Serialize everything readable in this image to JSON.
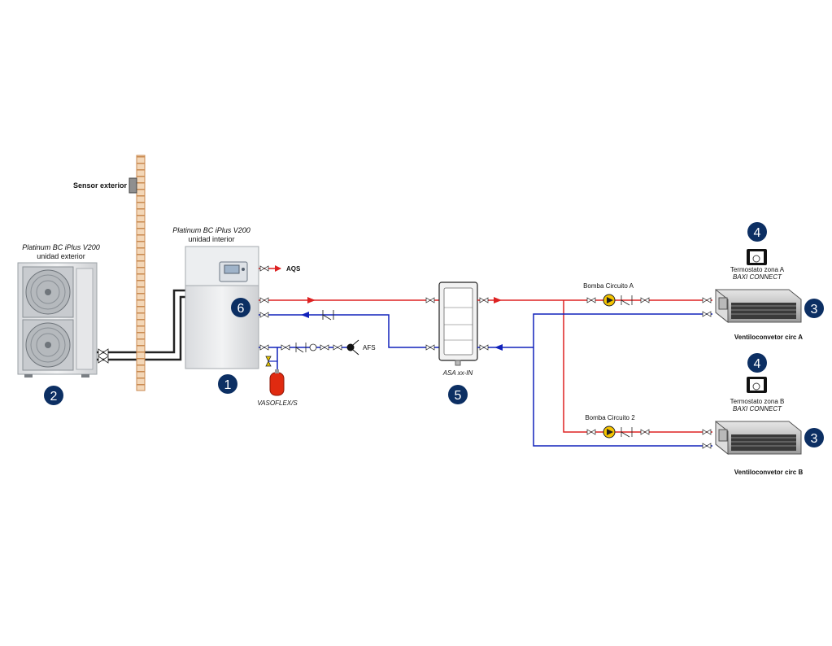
{
  "colors": {
    "supply": "#dd2222",
    "return": "#1122bb",
    "refrigerant": "#222222",
    "badge": "#0c2f63",
    "pump": "#f5c400",
    "wall": "#c98a50",
    "vessel": "#e02a10"
  },
  "labels": {
    "sensor_exterior": "Sensor exterior",
    "outdoor_unit_model": "Platinum BC iPlus V200",
    "outdoor_unit_sub": "unidad exterior",
    "indoor_unit_model": "Platinum BC iPlus V200",
    "indoor_unit_sub": "unidad interior",
    "aqs": "AQS",
    "afs": "AFS",
    "vasoflex": "VASOFLEX/S",
    "tank": "ASA xx-IN",
    "pump_a": "Bomba Circuito A",
    "pump_2": "Bomba Circuito 2",
    "thermostat_a_title": "Termostato zona A",
    "thermostat_a_brand": "BAXI CONNECT",
    "thermostat_b_title": "Termostato zona B",
    "thermostat_b_brand": "BAXI CONNECT",
    "fancoil_a": "Ventiloconvetor circ A",
    "fancoil_b": "Ventiloconvetor circ B"
  },
  "badges": {
    "indoor_unit": "1",
    "outdoor_unit": "2",
    "fancoil_a": "3",
    "fancoil_b": "3",
    "thermostat_a": "4",
    "thermostat_b": "4",
    "tank": "5",
    "controller": "6"
  },
  "icons": {
    "outdoor_unit": "heat-pump-outdoor-unit-icon",
    "indoor_unit": "heat-pump-indoor-unit-icon",
    "pump": "circulator-pump-icon",
    "valve": "isolation-valve-icon",
    "check_valve": "check-valve-icon",
    "expansion_vessel": "expansion-vessel-icon",
    "fancoil": "fan-coil-unit-icon",
    "thermostat": "thermostat-icon"
  }
}
